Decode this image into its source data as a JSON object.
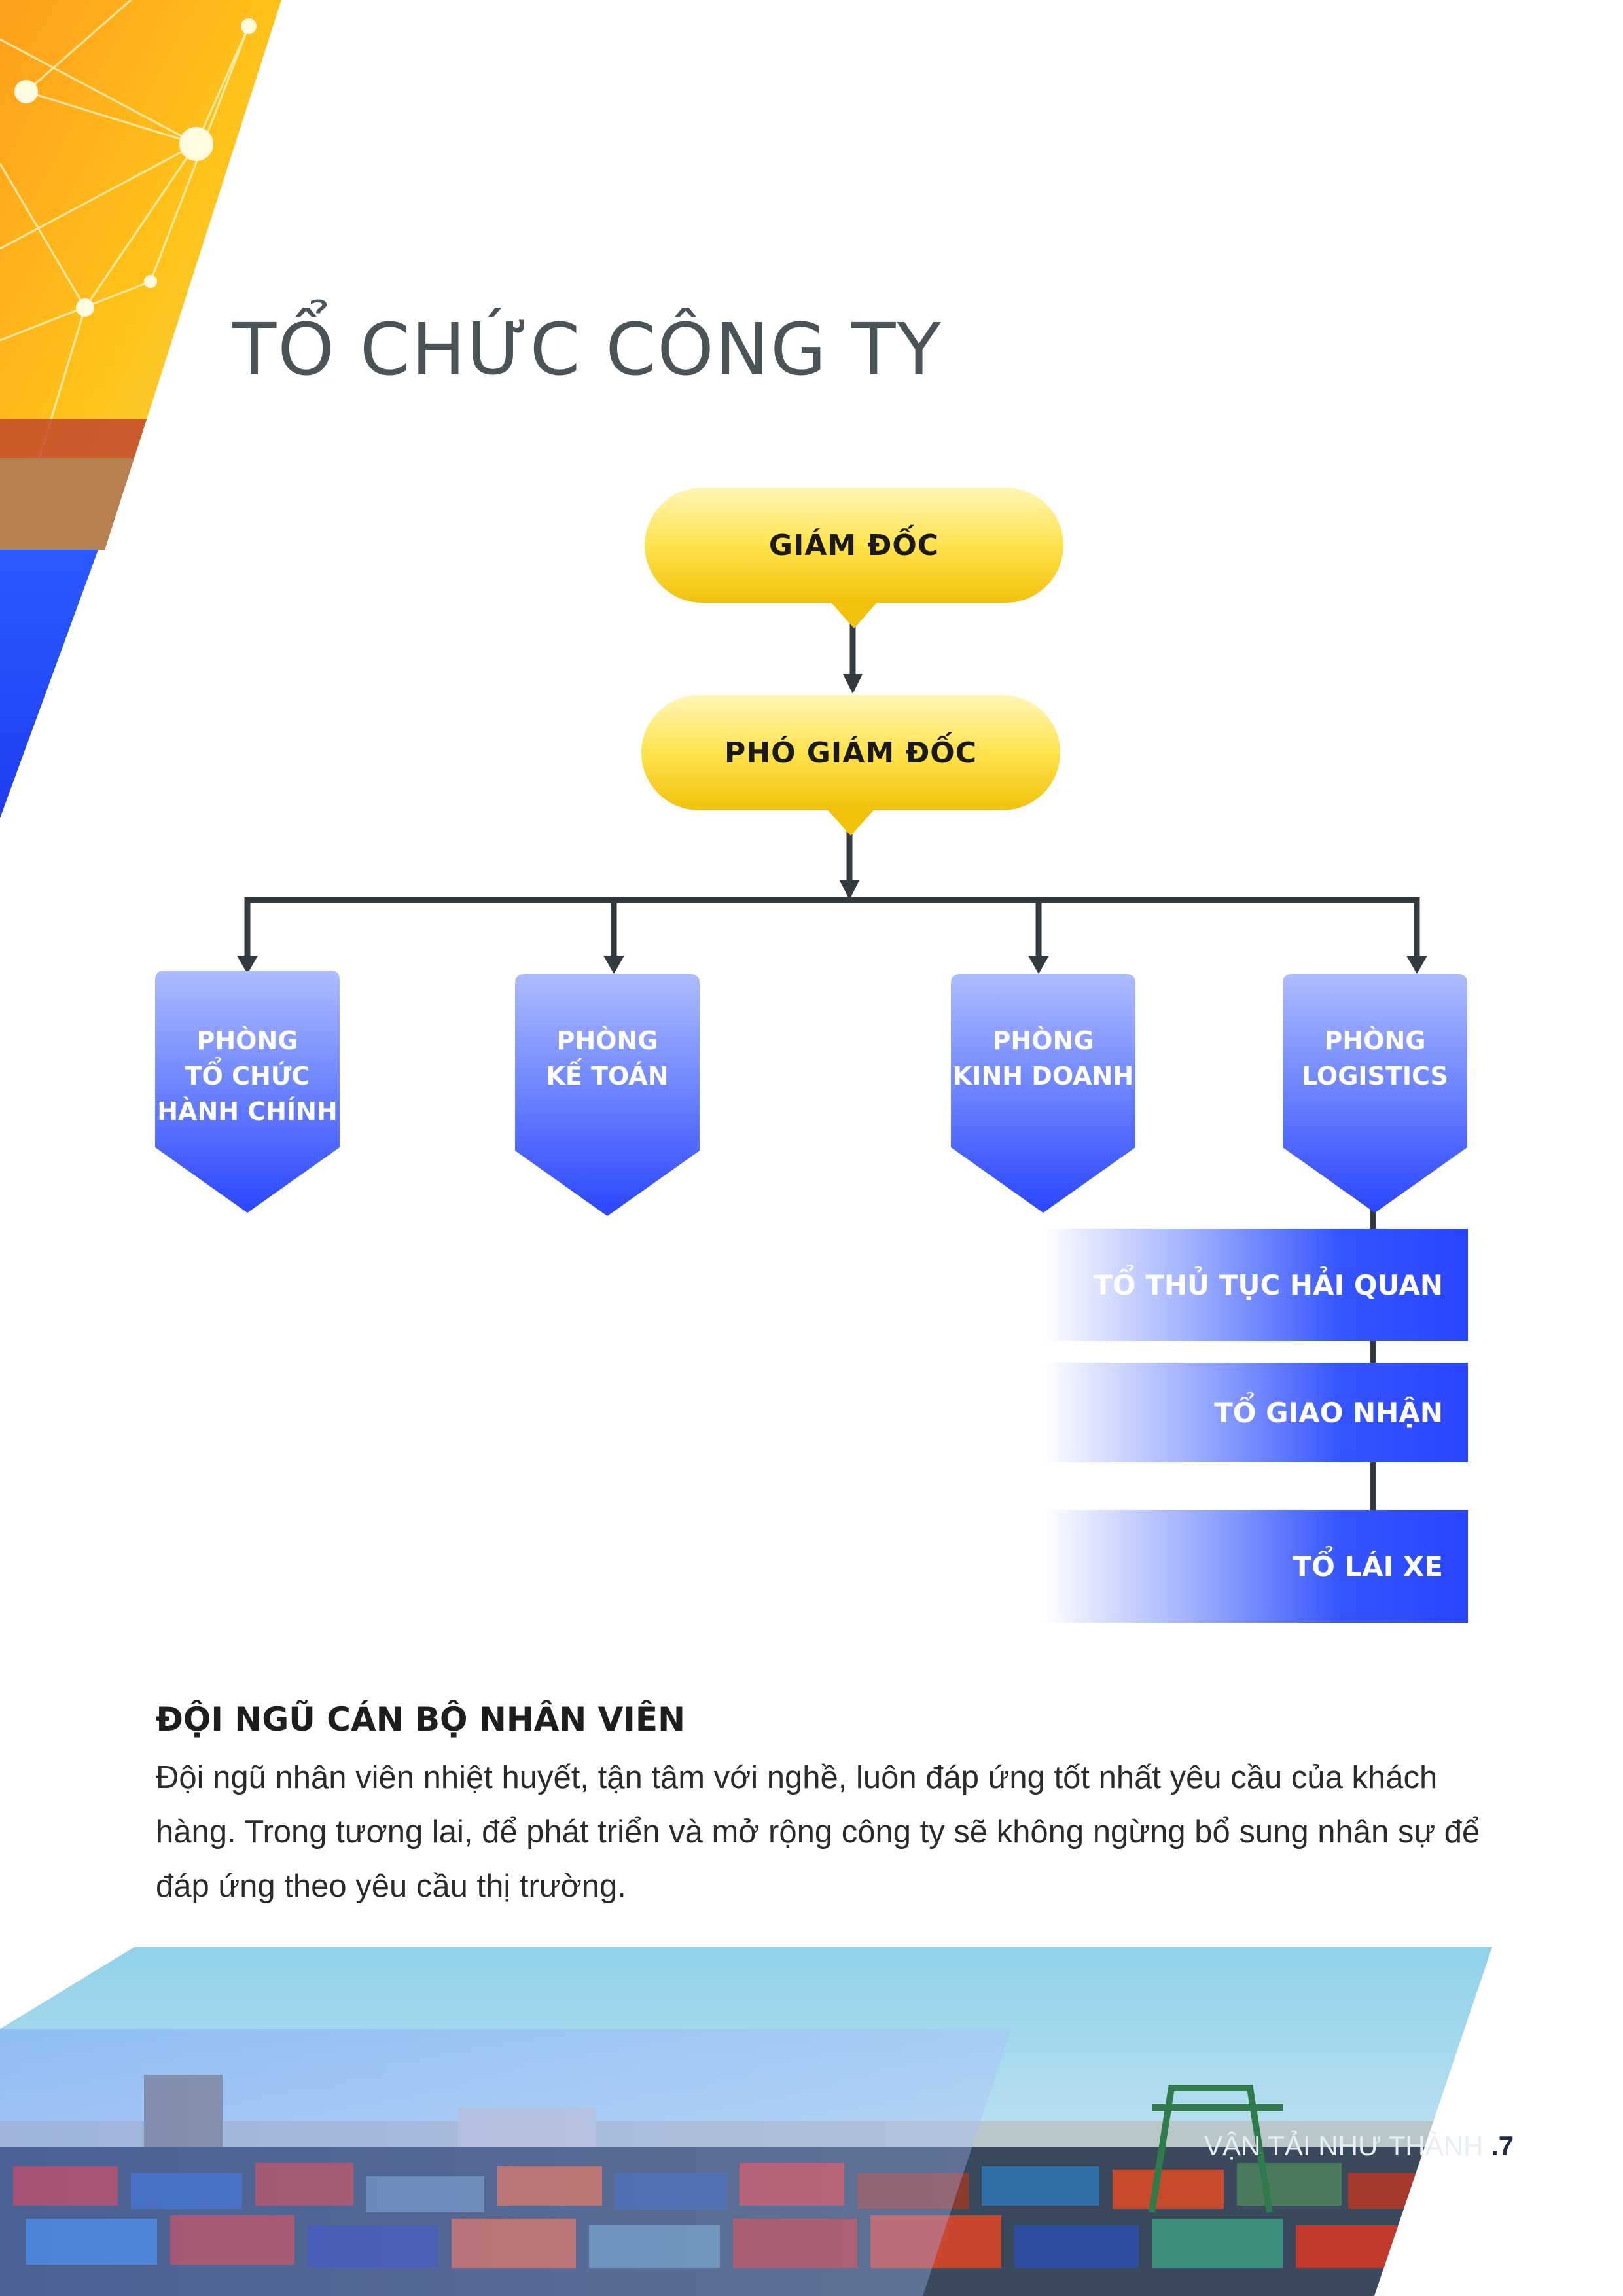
{
  "page_title": "TỔ CHỨC CÔNG TY",
  "org_chart": {
    "director": "GIÁM ĐỐC",
    "deputy_director": "PHÓ GIÁM ĐỐC",
    "departments": [
      {
        "lines": [
          "PHÒNG",
          "TỔ CHỨC",
          "HÀNH CHÍNH"
        ]
      },
      {
        "lines": [
          "PHÒNG",
          "KẾ TOÁN"
        ]
      },
      {
        "lines": [
          "PHÒNG",
          "KINH DOANH"
        ]
      },
      {
        "lines": [
          "PHÒNG",
          "LOGISTICS"
        ]
      }
    ],
    "logistics_teams": [
      "TỔ THỦ TỤC HẢI QUAN",
      "TỔ GIAO NHẬN",
      "TỔ LÁI XE"
    ]
  },
  "staff_section": {
    "heading": "ĐỘI NGŨ CÁN BỘ NHÂN VIÊN",
    "body": "Đội ngũ nhân viên nhiệt huyết, tận tâm với nghề, luôn đáp ứng tốt nhất yêu cầu của khách hàng. Trong tương lai, để phát triển và mở rộng công ty sẽ không ngừng bổ sung nhân sự để đáp ứng theo yêu cầu thị trường."
  },
  "footer": {
    "company": "VẬN TẢI NHƯ THÀNH",
    "page_number": ".7"
  },
  "colors": {
    "title_gray": "#4a5458",
    "pill_yellow": "#ffe34d",
    "dept_blue_top": "#a9b8ff",
    "dept_blue_bottom": "#2a45ff",
    "connector": "#333a40"
  }
}
